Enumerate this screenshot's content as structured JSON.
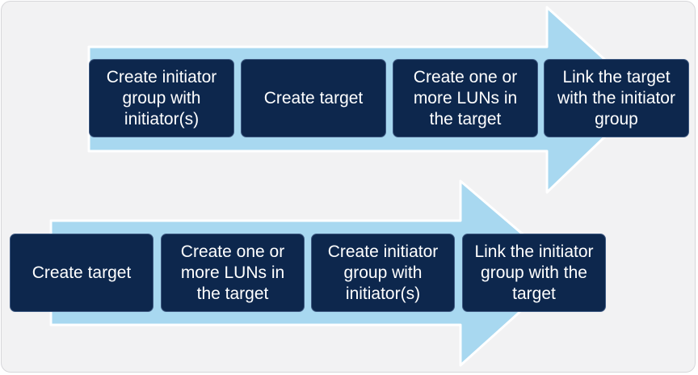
{
  "colors": {
    "panel_background": "#f2f2f3",
    "arrow_fill": "#a8d8f0",
    "step_fill": "#0d274d",
    "step_text": "#ffffff"
  },
  "flow_top": {
    "steps": [
      "Create initiator group with initiator(s)",
      "Create target",
      "Create one or more LUNs in the target",
      "Link the target with the initiator group"
    ]
  },
  "flow_bottom": {
    "steps": [
      "Create target",
      "Create one or more LUNs in the target",
      "Create initiator group with initiator(s)",
      "Link the initiator group with the target"
    ]
  }
}
